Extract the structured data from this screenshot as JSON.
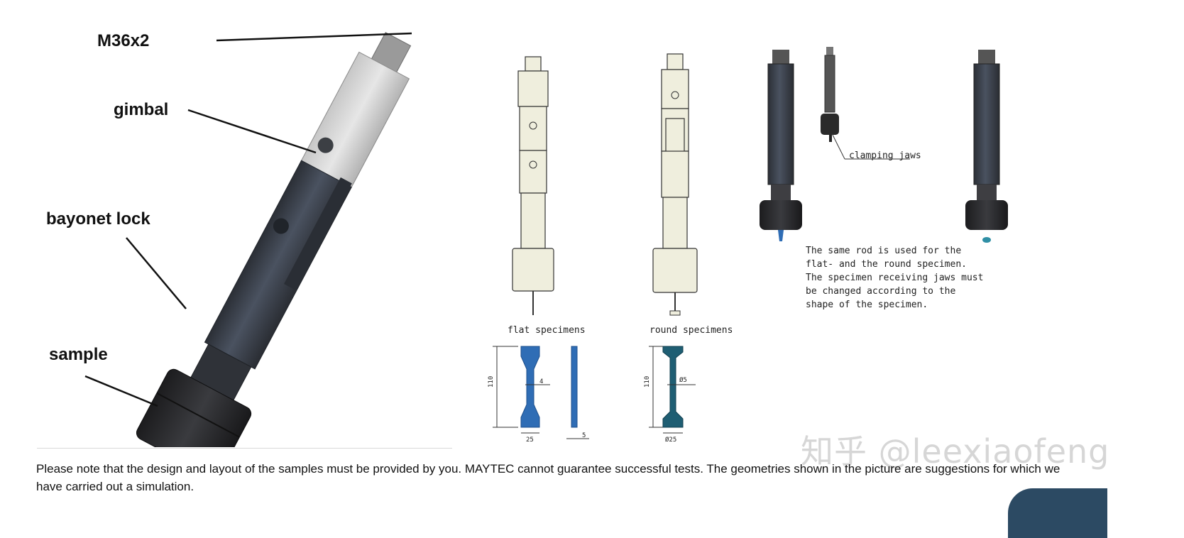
{
  "labels": {
    "thread": "M36x2",
    "gimbal": "gimbal",
    "bayonet": "bayonet lock",
    "sample": "sample"
  },
  "drawings": {
    "flat_caption": "flat specimens",
    "round_caption": "round specimens",
    "clamping_jaws": "clamping jaws",
    "rod_note_lines": [
      "The same rod is used for the",
      "flat-  and the round specimen.",
      "The specimen receiving jaws must",
      "be changed according to the",
      "shape of the specimen."
    ],
    "dims": {
      "flat_length": "110",
      "flat_width": "4",
      "flat_grip": "25",
      "flat_thickness": "5",
      "round_length": "110",
      "round_dia": "Ø5",
      "round_grip": "Ø25"
    }
  },
  "footnote": "Please note that the design and layout of the samples must be provided by you. MAYTEC cannot guarantee successful tests. The geometries shown in the picture are suggestions for which we have carried out a simulation.",
  "watermark": "知乎 @leexiaofeng",
  "colors": {
    "specimen_blue": "#2f6db5",
    "drawing_fill": "#efeedd",
    "rod_dark": "#3a3f48"
  }
}
